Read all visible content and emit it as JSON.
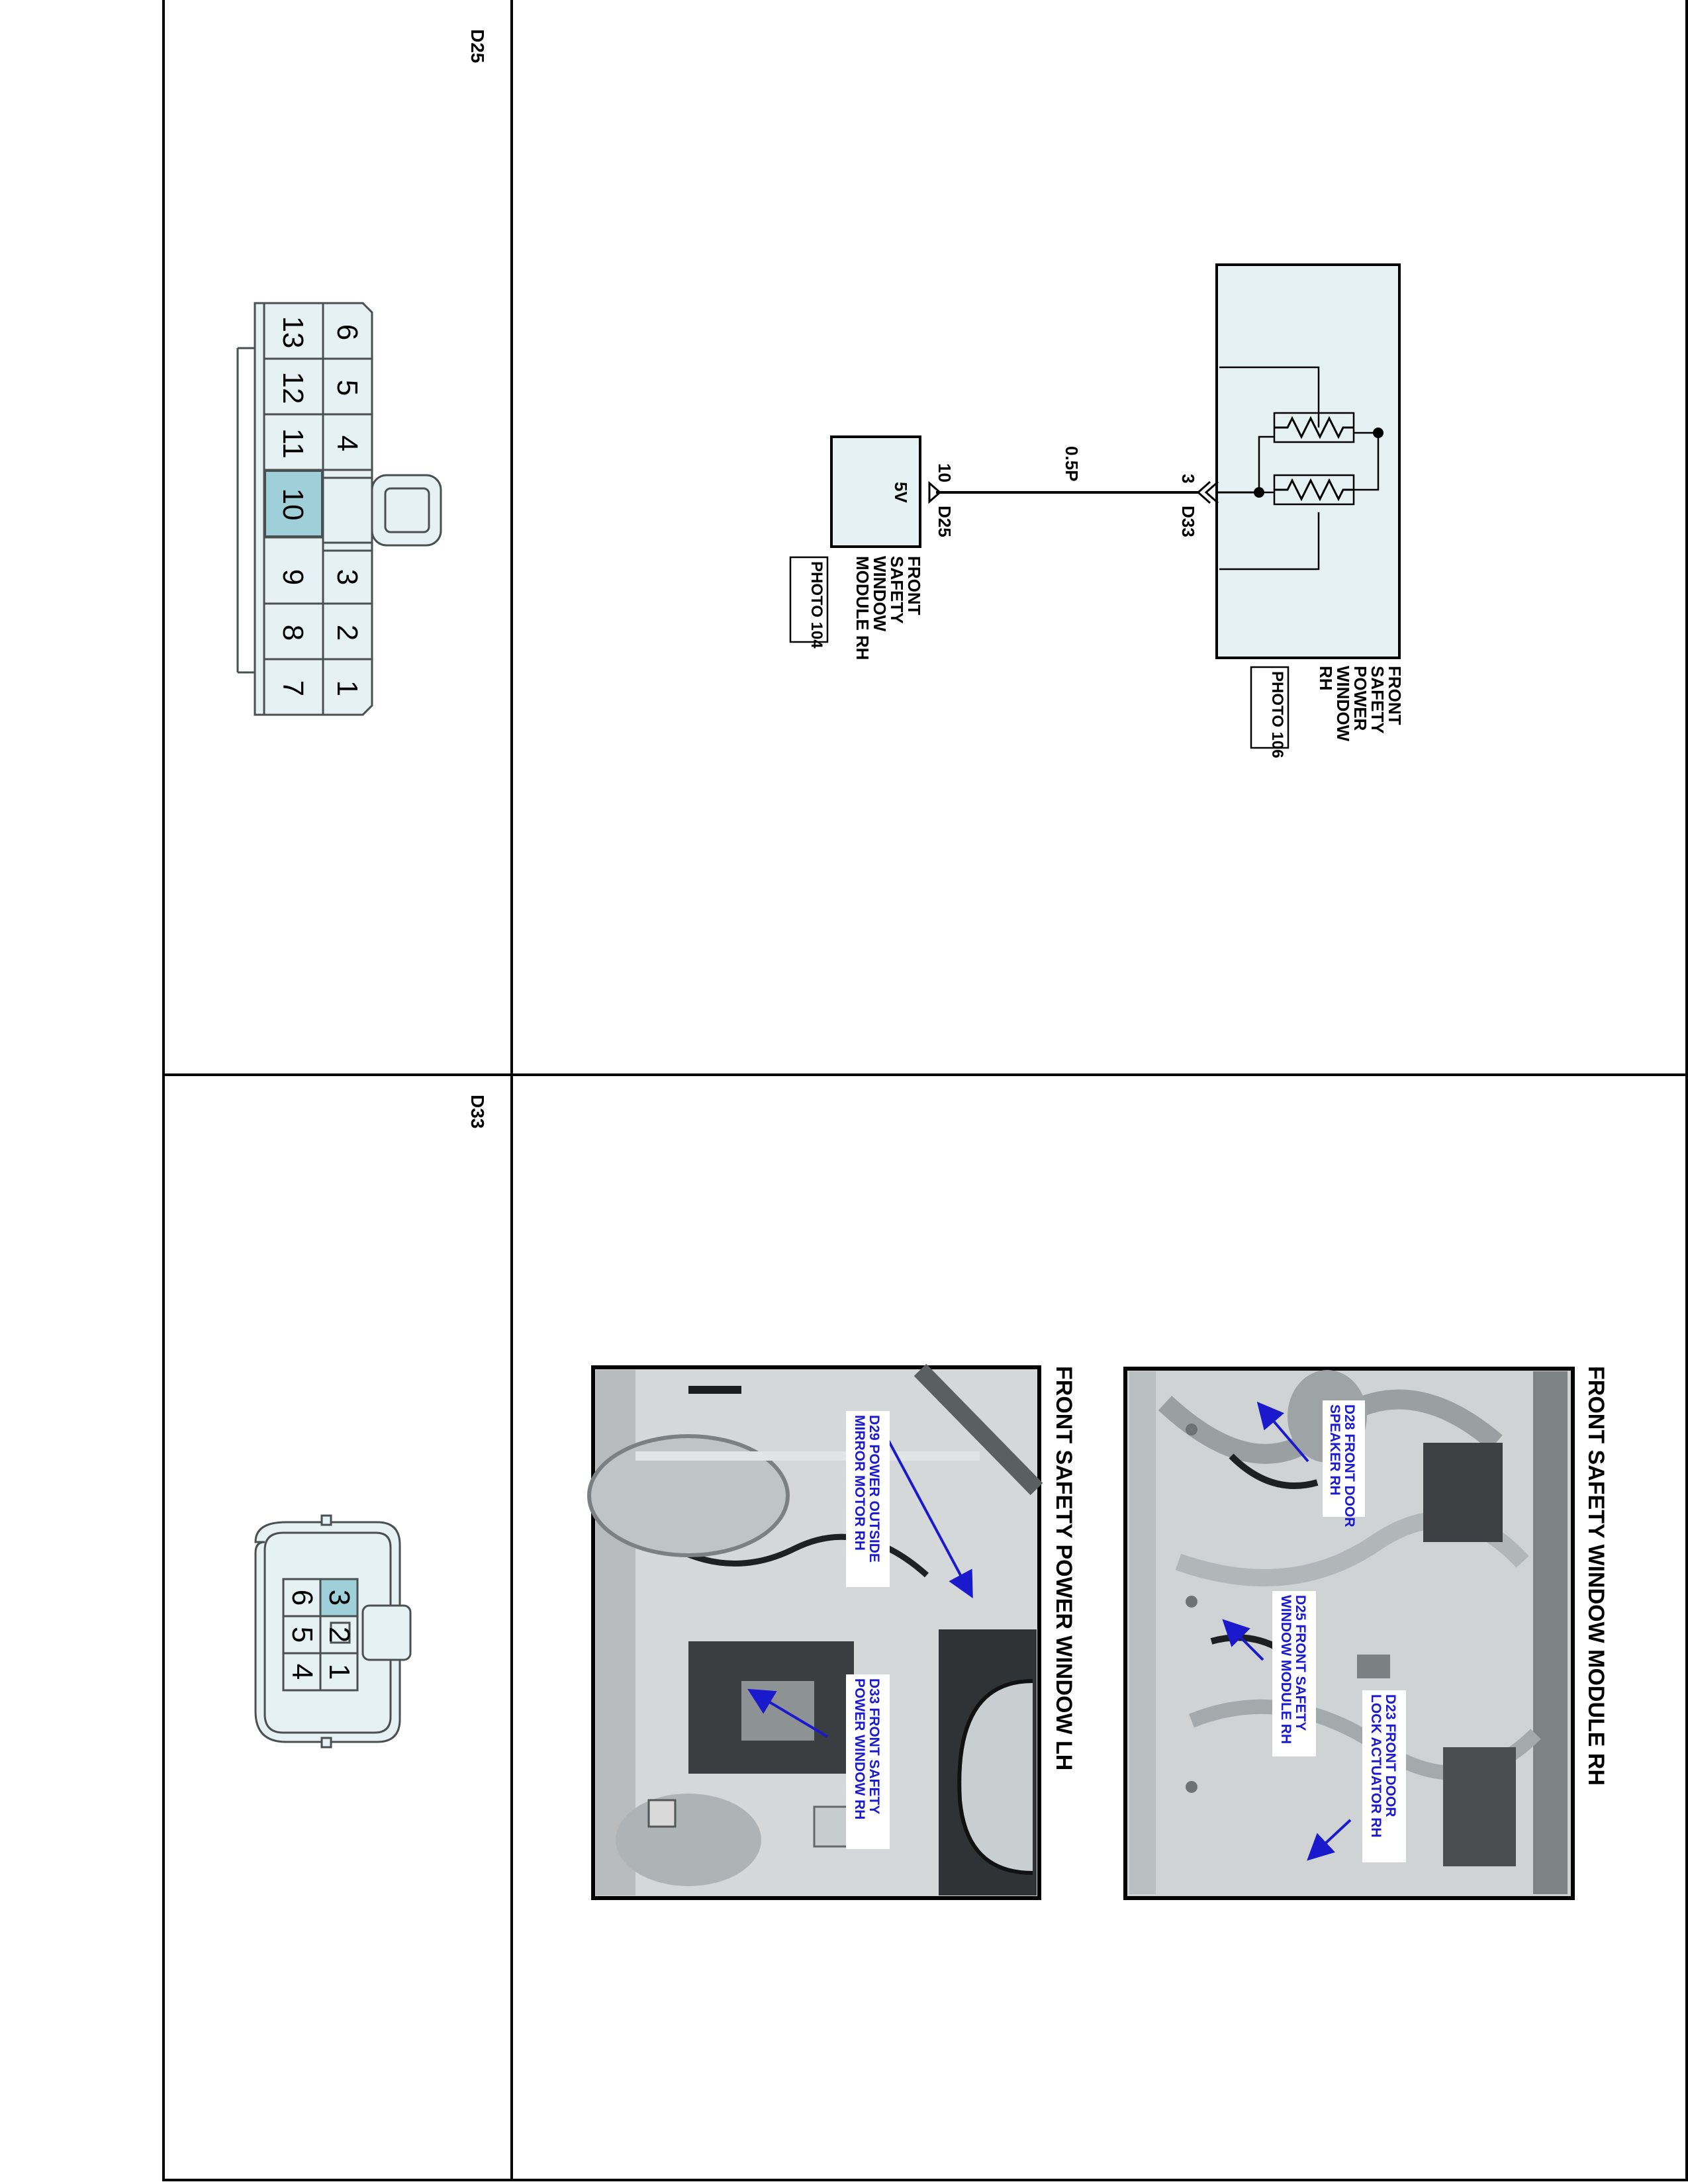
{
  "connectors": {
    "d25": {
      "id": "D25",
      "pins": [
        "1",
        "2",
        "3",
        "4",
        "5",
        "6",
        "7",
        "8",
        "9",
        "10",
        "11",
        "12",
        "13"
      ],
      "highlighted_pin": "10"
    },
    "d33": {
      "id": "D33",
      "pins": [
        "1",
        "2",
        "3",
        "4",
        "5",
        "6"
      ],
      "highlighted_pin": "3"
    }
  },
  "schematic": {
    "power_window": {
      "lines": [
        "FRONT",
        "SAFETY",
        "POWER",
        "WINDOW",
        "RH"
      ],
      "photo_ref": "PHOTO 106"
    },
    "module": {
      "lines": [
        "FRONT",
        "SAFETY",
        "WINDOW",
        "MODULE RH"
      ],
      "photo_ref": "PHOTO 104",
      "voltage": "5V"
    },
    "wire": {
      "color_code": "0.5P",
      "from_connector": "D33",
      "from_pin": "3",
      "to_connector": "D25",
      "to_pin": "10"
    }
  },
  "photos": [
    {
      "title": "FRONT SAFETY WINDOW MODULE RH",
      "callouts": [
        {
          "lines": [
            "D28 FRONT DOOR",
            "SPEAKER RH"
          ]
        },
        {
          "lines": [
            "D25 FRONT SAFETY",
            "WINDOW MODULE RH"
          ]
        },
        {
          "lines": [
            "D23 FRONT DOOR",
            "LOCK ACTUATOR RH"
          ]
        }
      ]
    },
    {
      "title": "FRONT SAFETY POWER WINDOW LH",
      "callouts": [
        {
          "lines": [
            "D29 POWER OUTSIDE",
            "MIRROR MOTOR RH"
          ]
        },
        {
          "lines": [
            "D33 FRONT SAFETY",
            "POWER WINDOW RH"
          ]
        }
      ]
    }
  ],
  "colors": {
    "connector_fill": "#e6f1f3",
    "pin_highlight": "#9fd0da",
    "callout_text": "#1a1acc",
    "arrow": "#1a1acc"
  }
}
